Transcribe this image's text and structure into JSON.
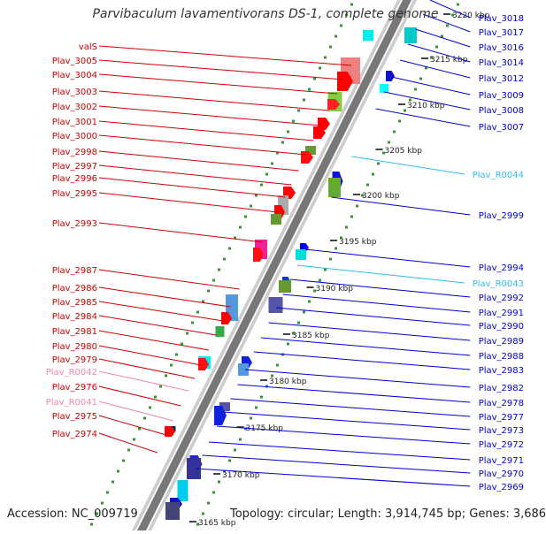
{
  "title": "Parvibaculum lavamentivorans DS-1, complete genome",
  "footer": {
    "accession": "Accession: NC_009719",
    "topology": "Topology: circular; Length: 3,914,745 bp; Genes: 3,686"
  },
  "colors": {
    "left_label": "#cc0000",
    "right_label": "#0000cc",
    "rna_label": "#33bbee",
    "pseudo_label": "#ee88aa",
    "axis": "#aaaaaa",
    "dots": "#339933"
  },
  "scale_ticks": [
    "3220 kbp",
    "3215 kbp",
    "3210 kbp",
    "3205 kbp",
    "3200 kbp",
    "3195 kbp",
    "3190 kbp",
    "3185 kbp",
    "3180 kbp",
    "3175 kbp",
    "3170 kbp",
    "3165 kbp"
  ],
  "left_labels": [
    {
      "text": "valS",
      "kind": "left"
    },
    {
      "text": "Plav_3005",
      "kind": "left"
    },
    {
      "text": "Plav_3004",
      "kind": "left"
    },
    {
      "text": "Plav_3003",
      "kind": "left"
    },
    {
      "text": "Plav_3002",
      "kind": "left"
    },
    {
      "text": "Plav_3001",
      "kind": "left"
    },
    {
      "text": "Plav_3000",
      "kind": "left"
    },
    {
      "text": "Plav_2998",
      "kind": "left"
    },
    {
      "text": "Plav_2997",
      "kind": "left"
    },
    {
      "text": "Plav_2996",
      "kind": "left"
    },
    {
      "text": "Plav_2995",
      "kind": "left"
    },
    {
      "text": "Plav_2993",
      "kind": "left"
    },
    {
      "text": "Plav_2987",
      "kind": "left"
    },
    {
      "text": "Plav_2986",
      "kind": "left"
    },
    {
      "text": "Plav_2985",
      "kind": "left"
    },
    {
      "text": "Plav_2984",
      "kind": "left"
    },
    {
      "text": "Plav_2981",
      "kind": "left"
    },
    {
      "text": "Plav_2980",
      "kind": "left"
    },
    {
      "text": "Plav_2979",
      "kind": "left"
    },
    {
      "text": "Plav_R0042",
      "kind": "pseudo"
    },
    {
      "text": "Plav_2976",
      "kind": "left"
    },
    {
      "text": "Plav_R0041",
      "kind": "pseudo"
    },
    {
      "text": "Plav_2975",
      "kind": "left"
    },
    {
      "text": "Plav_2974",
      "kind": "left"
    }
  ],
  "right_labels": [
    {
      "text": "Plav_3018",
      "kind": "right"
    },
    {
      "text": "Plav_3017",
      "kind": "right"
    },
    {
      "text": "Plav_3016",
      "kind": "right"
    },
    {
      "text": "Plav_3014",
      "kind": "right"
    },
    {
      "text": "Plav_3012",
      "kind": "right"
    },
    {
      "text": "Plav_3009",
      "kind": "right"
    },
    {
      "text": "Plav_3008",
      "kind": "right"
    },
    {
      "text": "Plav_3007",
      "kind": "right"
    },
    {
      "text": "Plav_R0044",
      "kind": "rna"
    },
    {
      "text": "Plav_2999",
      "kind": "right"
    },
    {
      "text": "Plav_2994",
      "kind": "right"
    },
    {
      "text": "Plav_R0043",
      "kind": "rna"
    },
    {
      "text": "Plav_2992",
      "kind": "right"
    },
    {
      "text": "Plav_2991",
      "kind": "right"
    },
    {
      "text": "Plav_2990",
      "kind": "right"
    },
    {
      "text": "Plav_2989",
      "kind": "right"
    },
    {
      "text": "Plav_2988",
      "kind": "right"
    },
    {
      "text": "Plav_2983",
      "kind": "right"
    },
    {
      "text": "Plav_2982",
      "kind": "right"
    },
    {
      "text": "Plav_2978",
      "kind": "right"
    },
    {
      "text": "Plav_2977",
      "kind": "right"
    },
    {
      "text": "Plav_2973",
      "kind": "right"
    },
    {
      "text": "Plav_2972",
      "kind": "right"
    },
    {
      "text": "Plav_2971",
      "kind": "right"
    },
    {
      "text": "Plav_2970",
      "kind": "right"
    },
    {
      "text": "Plav_2969",
      "kind": "right"
    }
  ]
}
